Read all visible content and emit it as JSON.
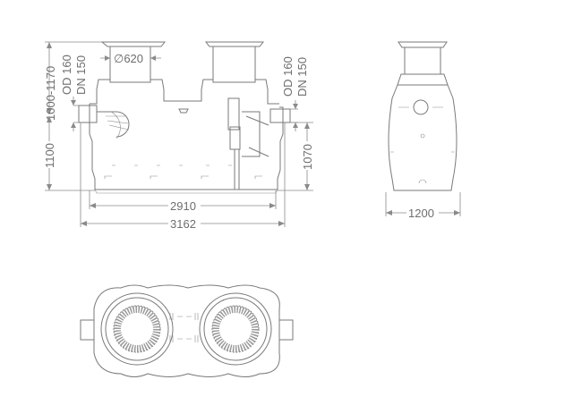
{
  "front_view": {
    "height_upper": "1000-1170",
    "inlet_od": "OD 160",
    "inlet_dn": "DN 150",
    "cover_diameter": "∅620",
    "outlet_od": "OD 160",
    "outlet_dn": "DN 150",
    "height_inlet": "1100",
    "height_outlet": "1070",
    "length_body": "2910",
    "length_total": "3162"
  },
  "side_view": {
    "width": "1200"
  },
  "colors": {
    "line": "#7a7a7a",
    "text": "#6e6e6e"
  }
}
